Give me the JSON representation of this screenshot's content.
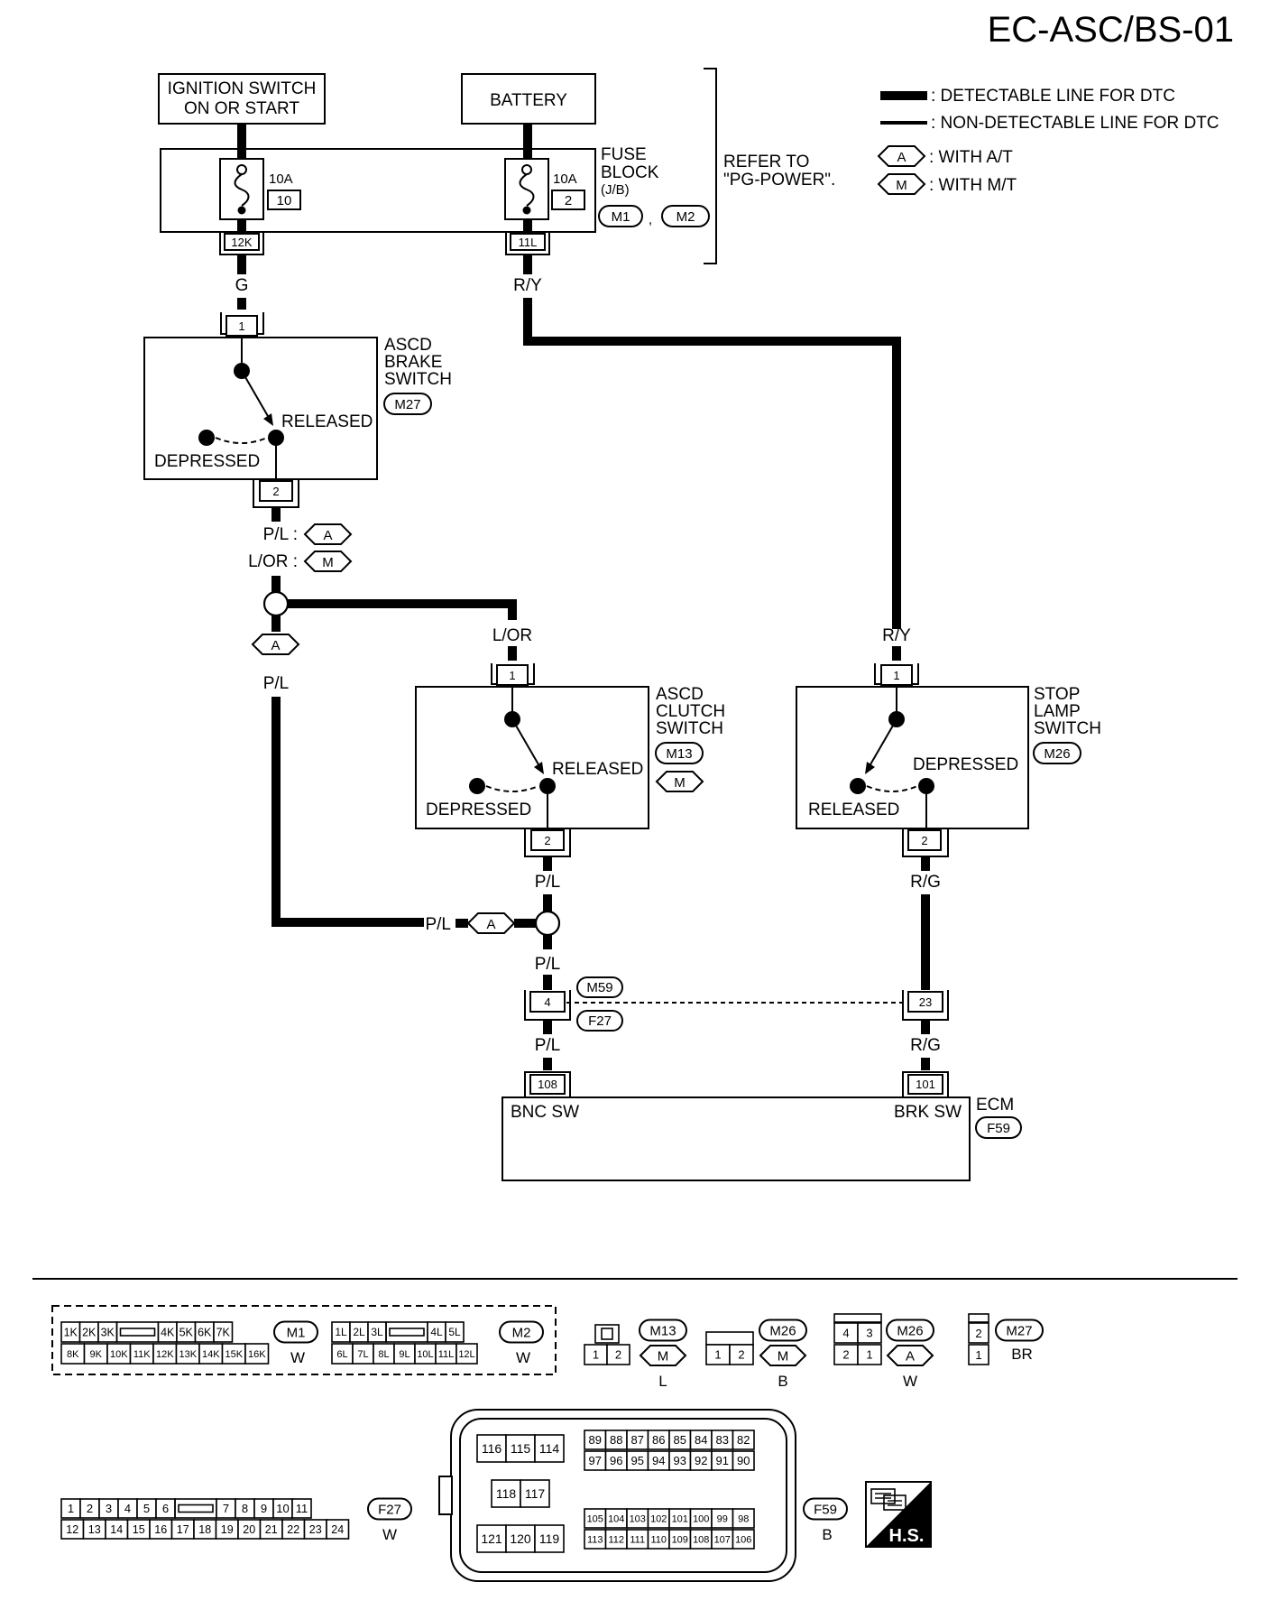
{
  "page_code": "EC-ASC/BS-01",
  "legend": {
    "detectable": ": DETECTABLE LINE FOR DTC",
    "non_detectable": ": NON-DETECTABLE LINE FOR DTC",
    "at_code": "A",
    "at_text": ": WITH A/T",
    "mt_code": "M",
    "mt_text": ": WITH M/T"
  },
  "power": {
    "ignition_line1": "IGNITION SWITCH",
    "ignition_line2": "ON OR START",
    "battery": "BATTERY"
  },
  "fuse_block": {
    "line1": "FUSE",
    "line2": "BLOCK",
    "line3": "(J/B)",
    "conn1": "M1",
    "sep": ",",
    "conn2": "M2",
    "fuse_left_amp": "10A",
    "fuse_left_no": "10",
    "fuse_right_amp": "10A",
    "fuse_right_no": "2",
    "pin_left": "12K",
    "pin_right": "11L",
    "refer_line1": "REFER TO",
    "refer_line2": "\"PG-POWER\"."
  },
  "wires": {
    "g": "G",
    "ry_top": "R/Y",
    "pl_a": "P/L :",
    "lor_m": "L/OR :",
    "lor": "L/OR",
    "pl_left": "P/L",
    "ry_stop": "R/Y",
    "pl_clutch": "P/L",
    "rg_stop": "R/G",
    "pl_junction": "P/L",
    "pl_below": "P/L",
    "pl_ecm": "P/L",
    "rg_ecm": "R/G"
  },
  "brake_switch": {
    "line1": "ASCD",
    "line2": "BRAKE",
    "line3": "SWITCH",
    "conn": "M27",
    "released": "RELEASED",
    "depressed": "DEPRESSED",
    "pin1": "1",
    "pin2": "2"
  },
  "clutch_switch": {
    "line1": "ASCD",
    "line2": "CLUTCH",
    "line3": "SWITCH",
    "conn": "M13",
    "variant": "M",
    "released": "RELEASED",
    "depressed": "DEPRESSED",
    "pin1": "1",
    "pin2": "2"
  },
  "stop_switch": {
    "line1": "STOP",
    "line2": "LAMP",
    "line3": "SWITCH",
    "conn": "M26",
    "depressed": "DEPRESSED",
    "released": "RELEASED",
    "pin1": "1",
    "pin2": "2"
  },
  "joint": {
    "pin_left": "4",
    "pin_right": "23",
    "conn_top": "M59",
    "conn_bottom": "F27"
  },
  "ecm": {
    "name": "ECM",
    "conn": "F59",
    "pin_left": "108",
    "pin_right": "101",
    "term_left": "BNC SW",
    "term_right": "BRK SW"
  },
  "connectors": {
    "m1": {
      "code": "M1",
      "color": "W",
      "row1": [
        "1K",
        "2K",
        "3K",
        "",
        "4K",
        "5K",
        "6K",
        "7K"
      ],
      "row2": [
        "8K",
        "9K",
        "10K",
        "11K",
        "12K",
        "13K",
        "14K",
        "15K",
        "16K"
      ]
    },
    "m2": {
      "code": "M2",
      "color": "W",
      "row1": [
        "1L",
        "2L",
        "3L",
        "",
        "4L",
        "5L"
      ],
      "row2": [
        "6L",
        "7L",
        "8L",
        "9L",
        "10L",
        "11L",
        "12L"
      ]
    },
    "m13": {
      "code": "M13",
      "variant": "M",
      "color": "L",
      "pins": [
        "1",
        "2"
      ]
    },
    "m26_m": {
      "code": "M26",
      "variant": "M",
      "color": "B",
      "pins": [
        "1",
        "2"
      ]
    },
    "m26_a": {
      "code": "M26",
      "variant": "A",
      "color": "W",
      "row1": [
        "4",
        "3"
      ],
      "row2": [
        "2",
        "1"
      ]
    },
    "m27": {
      "code": "M27",
      "color": "BR",
      "pins": [
        "2",
        "1"
      ]
    },
    "f27": {
      "code": "F27",
      "color": "W",
      "row1": [
        "1",
        "2",
        "3",
        "4",
        "5",
        "6",
        "",
        "7",
        "8",
        "9",
        "10",
        "11"
      ],
      "row2": [
        "12",
        "13",
        "14",
        "15",
        "16",
        "17",
        "18",
        "19",
        "20",
        "21",
        "22",
        "23",
        "24"
      ]
    },
    "f59": {
      "code": "F59",
      "color": "B",
      "g1_row1": [
        "116",
        "115",
        "114"
      ],
      "g1_row2": [
        "118",
        "117"
      ],
      "g1_row3": [
        "121",
        "120",
        "119"
      ],
      "g2_row1": [
        "89",
        "88",
        "87",
        "86",
        "85",
        "84",
        "83",
        "82"
      ],
      "g2_row2": [
        "97",
        "96",
        "95",
        "94",
        "93",
        "92",
        "91",
        "90"
      ],
      "g3_row1": [
        "105",
        "104",
        "103",
        "102",
        "101",
        "100",
        "99",
        "98"
      ],
      "g3_row2": [
        "113",
        "112",
        "111",
        "110",
        "109",
        "108",
        "107",
        "106"
      ]
    },
    "hs_badge": "H.S."
  }
}
